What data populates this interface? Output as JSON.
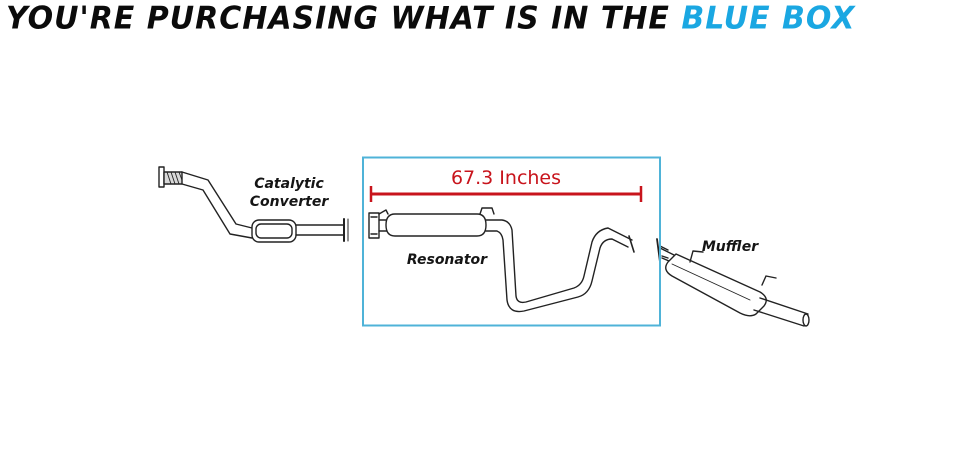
{
  "headline": {
    "main": "YOU'RE PURCHASING WHAT IS IN THE",
    "highlight": "BLUE BOX"
  },
  "parts": {
    "catalytic_line1": "Catalytic",
    "catalytic_line2": "Converter",
    "resonator": "Resonator",
    "muffler": "Muffler"
  },
  "dimension": "67.3 Inches",
  "colors": {
    "headline_text": "#0b0b0b",
    "highlight": "#1aa7e2",
    "box_border": "#4fb3d8",
    "dimension": "#c8141c",
    "pipe_stroke": "#222222"
  }
}
